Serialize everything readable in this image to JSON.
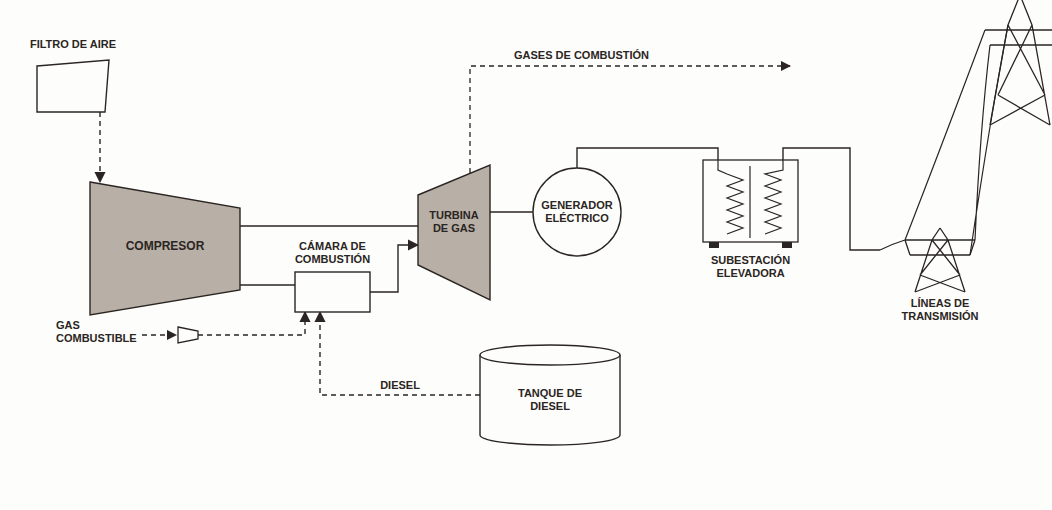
{
  "diagram": {
    "nodes": [
      {
        "text": [
          "FILTRO DE AIRE"
        ]
      },
      {
        "text": [
          "COMPRESOR"
        ]
      },
      {
        "text": [
          "CÁMARA DE COMBUSTIÓN"
        ]
      },
      {
        "text": [
          "TURBINA DE GAS"
        ]
      },
      {
        "text": [
          "GENERADOR ELÉCTRICO"
        ]
      },
      {
        "text": [
          "SUBESTACIÓN ELEVADORA"
        ]
      },
      {
        "text": [
          "LÍNEAS DE TRANSMISIÓN"
        ]
      },
      {
        "text": [
          "GAS COMBUSTIBLE"
        ]
      },
      {
        "text": [
          "TANQUE DE DIESEL"
        ]
      }
    ],
    "edges": [
      {
        "from": 0,
        "to": 1,
        "arrow": "to"
      },
      {
        "from": 1,
        "to": 3,
        "arrow": "none"
      },
      {
        "from": 1,
        "to": 2,
        "arrow": "none"
      },
      {
        "from": 2,
        "to": 3,
        "arrow": "to"
      },
      {
        "from": 3,
        "to": 4,
        "arrow": "none"
      },
      {
        "from": 4,
        "to": 5,
        "arrow": "none"
      },
      {
        "from": 5,
        "to": 6,
        "arrow": "none"
      },
      {
        "from": 7,
        "to": 2,
        "arrow": "to"
      },
      {
        "from": 8,
        "to": 2,
        "label": "DIESEL",
        "arrow": "to"
      }
    ],
    "labels": [
      "GASES DE COMBUSTIÓN"
    ]
  }
}
